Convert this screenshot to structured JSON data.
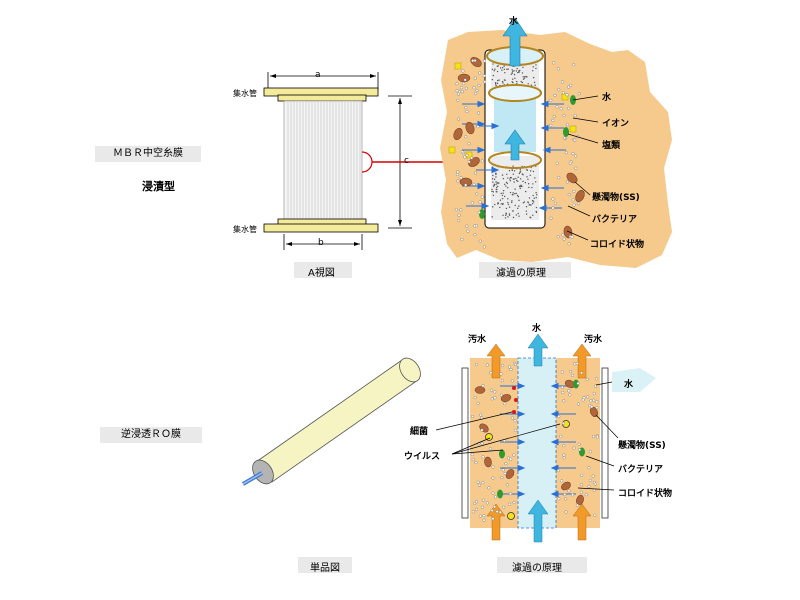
{
  "sections": {
    "mbr": {
      "title": "ＭＢＲ中空糸膜",
      "subtitle": "浸漬型",
      "module": {
        "dim_a": "a",
        "dim_b": "b",
        "dim_c": "c",
        "header_top": "集水管",
        "header_bottom": "集水管",
        "caption": "A視図"
      },
      "principle": {
        "caption": "濾過の原理",
        "water_out": "水",
        "legend": [
          "水",
          "イオン",
          "塩類",
          "懸濁物(SS)",
          "バクテリア",
          "コロイド状物"
        ]
      }
    },
    "ro": {
      "title": "逆浸透ＲＯ膜",
      "element_caption": "単品図",
      "principle": {
        "caption": "濾過の原理",
        "dirty_left": "汚水",
        "water_center": "水",
        "dirty_right": "汚水",
        "bacteria_label": "細菌",
        "virus_label": "ウイルス",
        "legend": [
          "水",
          "懸濁物(SS)",
          "バクテリア",
          "コロイド状物"
        ]
      }
    }
  },
  "colors": {
    "sludge": "#f6c98c",
    "water": "#d6f0f5",
    "arrow_blue": "#2a6fd6",
    "arrow_orange": "#f19a2a",
    "arrow_cyan": "#3fb6e0",
    "header": "#f3ea9a",
    "red_line": "#d60000"
  }
}
